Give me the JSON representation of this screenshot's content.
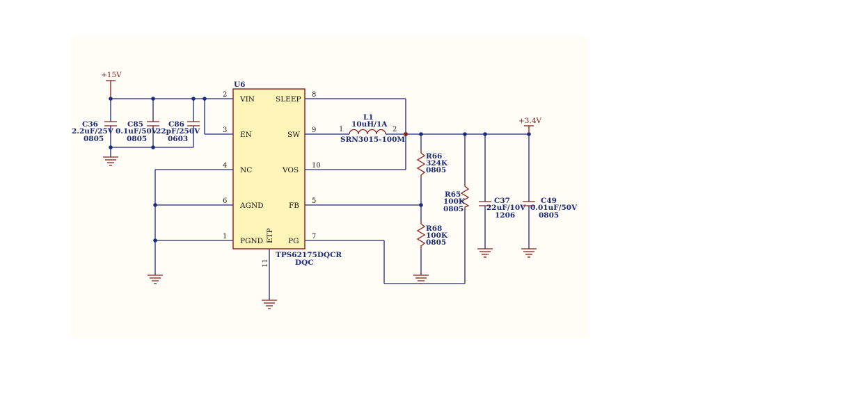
{
  "rails": {
    "v15": "+15V",
    "v34": "+3.4V"
  },
  "ic": {
    "designator": "U6",
    "part": "TPS62175DQCR",
    "package": "DQC",
    "pins": [
      {
        "num": "2",
        "name": "VIN"
      },
      {
        "num": "3",
        "name": "EN"
      },
      {
        "num": "4",
        "name": "NC"
      },
      {
        "num": "6",
        "name": "AGND"
      },
      {
        "num": "1",
        "name": "PGND"
      },
      {
        "num": "8",
        "name": "SLEEP"
      },
      {
        "num": "9",
        "name": "SW"
      },
      {
        "num": "10",
        "name": "VOS"
      },
      {
        "num": "5",
        "name": "FB"
      },
      {
        "num": "7",
        "name": "PG"
      },
      {
        "num": "11",
        "name": "ETP"
      }
    ]
  },
  "inductor": {
    "ref": "L1",
    "value": "10uH/1A",
    "part": "SRN3015-100M",
    "pin1": "1",
    "pin2": "2"
  },
  "capacitors": {
    "c36": {
      "ref": "C36",
      "value": "2.2uF/25V",
      "pkg": "0805"
    },
    "c85": {
      "ref": "C85",
      "value": "0.1uF/50V",
      "pkg": "0805"
    },
    "c86": {
      "ref": "C86",
      "value": "22pF/250V",
      "pkg": "0603"
    },
    "c37": {
      "ref": "C37",
      "value": "22uF/10V",
      "pkg": "1206"
    },
    "c49": {
      "ref": "C49",
      "value": "0.01uF/50V",
      "pkg": "0805"
    }
  },
  "resistors": {
    "r66": {
      "ref": "R66",
      "value": "324K",
      "pkg": "0805"
    },
    "r68": {
      "ref": "R68",
      "value": "100K",
      "pkg": "0805"
    },
    "r65": {
      "ref": "R65",
      "value": "100K",
      "pkg": "0805"
    }
  },
  "colors": {
    "wire": "#1c2a7a",
    "symbol": "#8a1c1c",
    "body_fill": "#fff5b8",
    "sheet": "#fffdf6"
  }
}
